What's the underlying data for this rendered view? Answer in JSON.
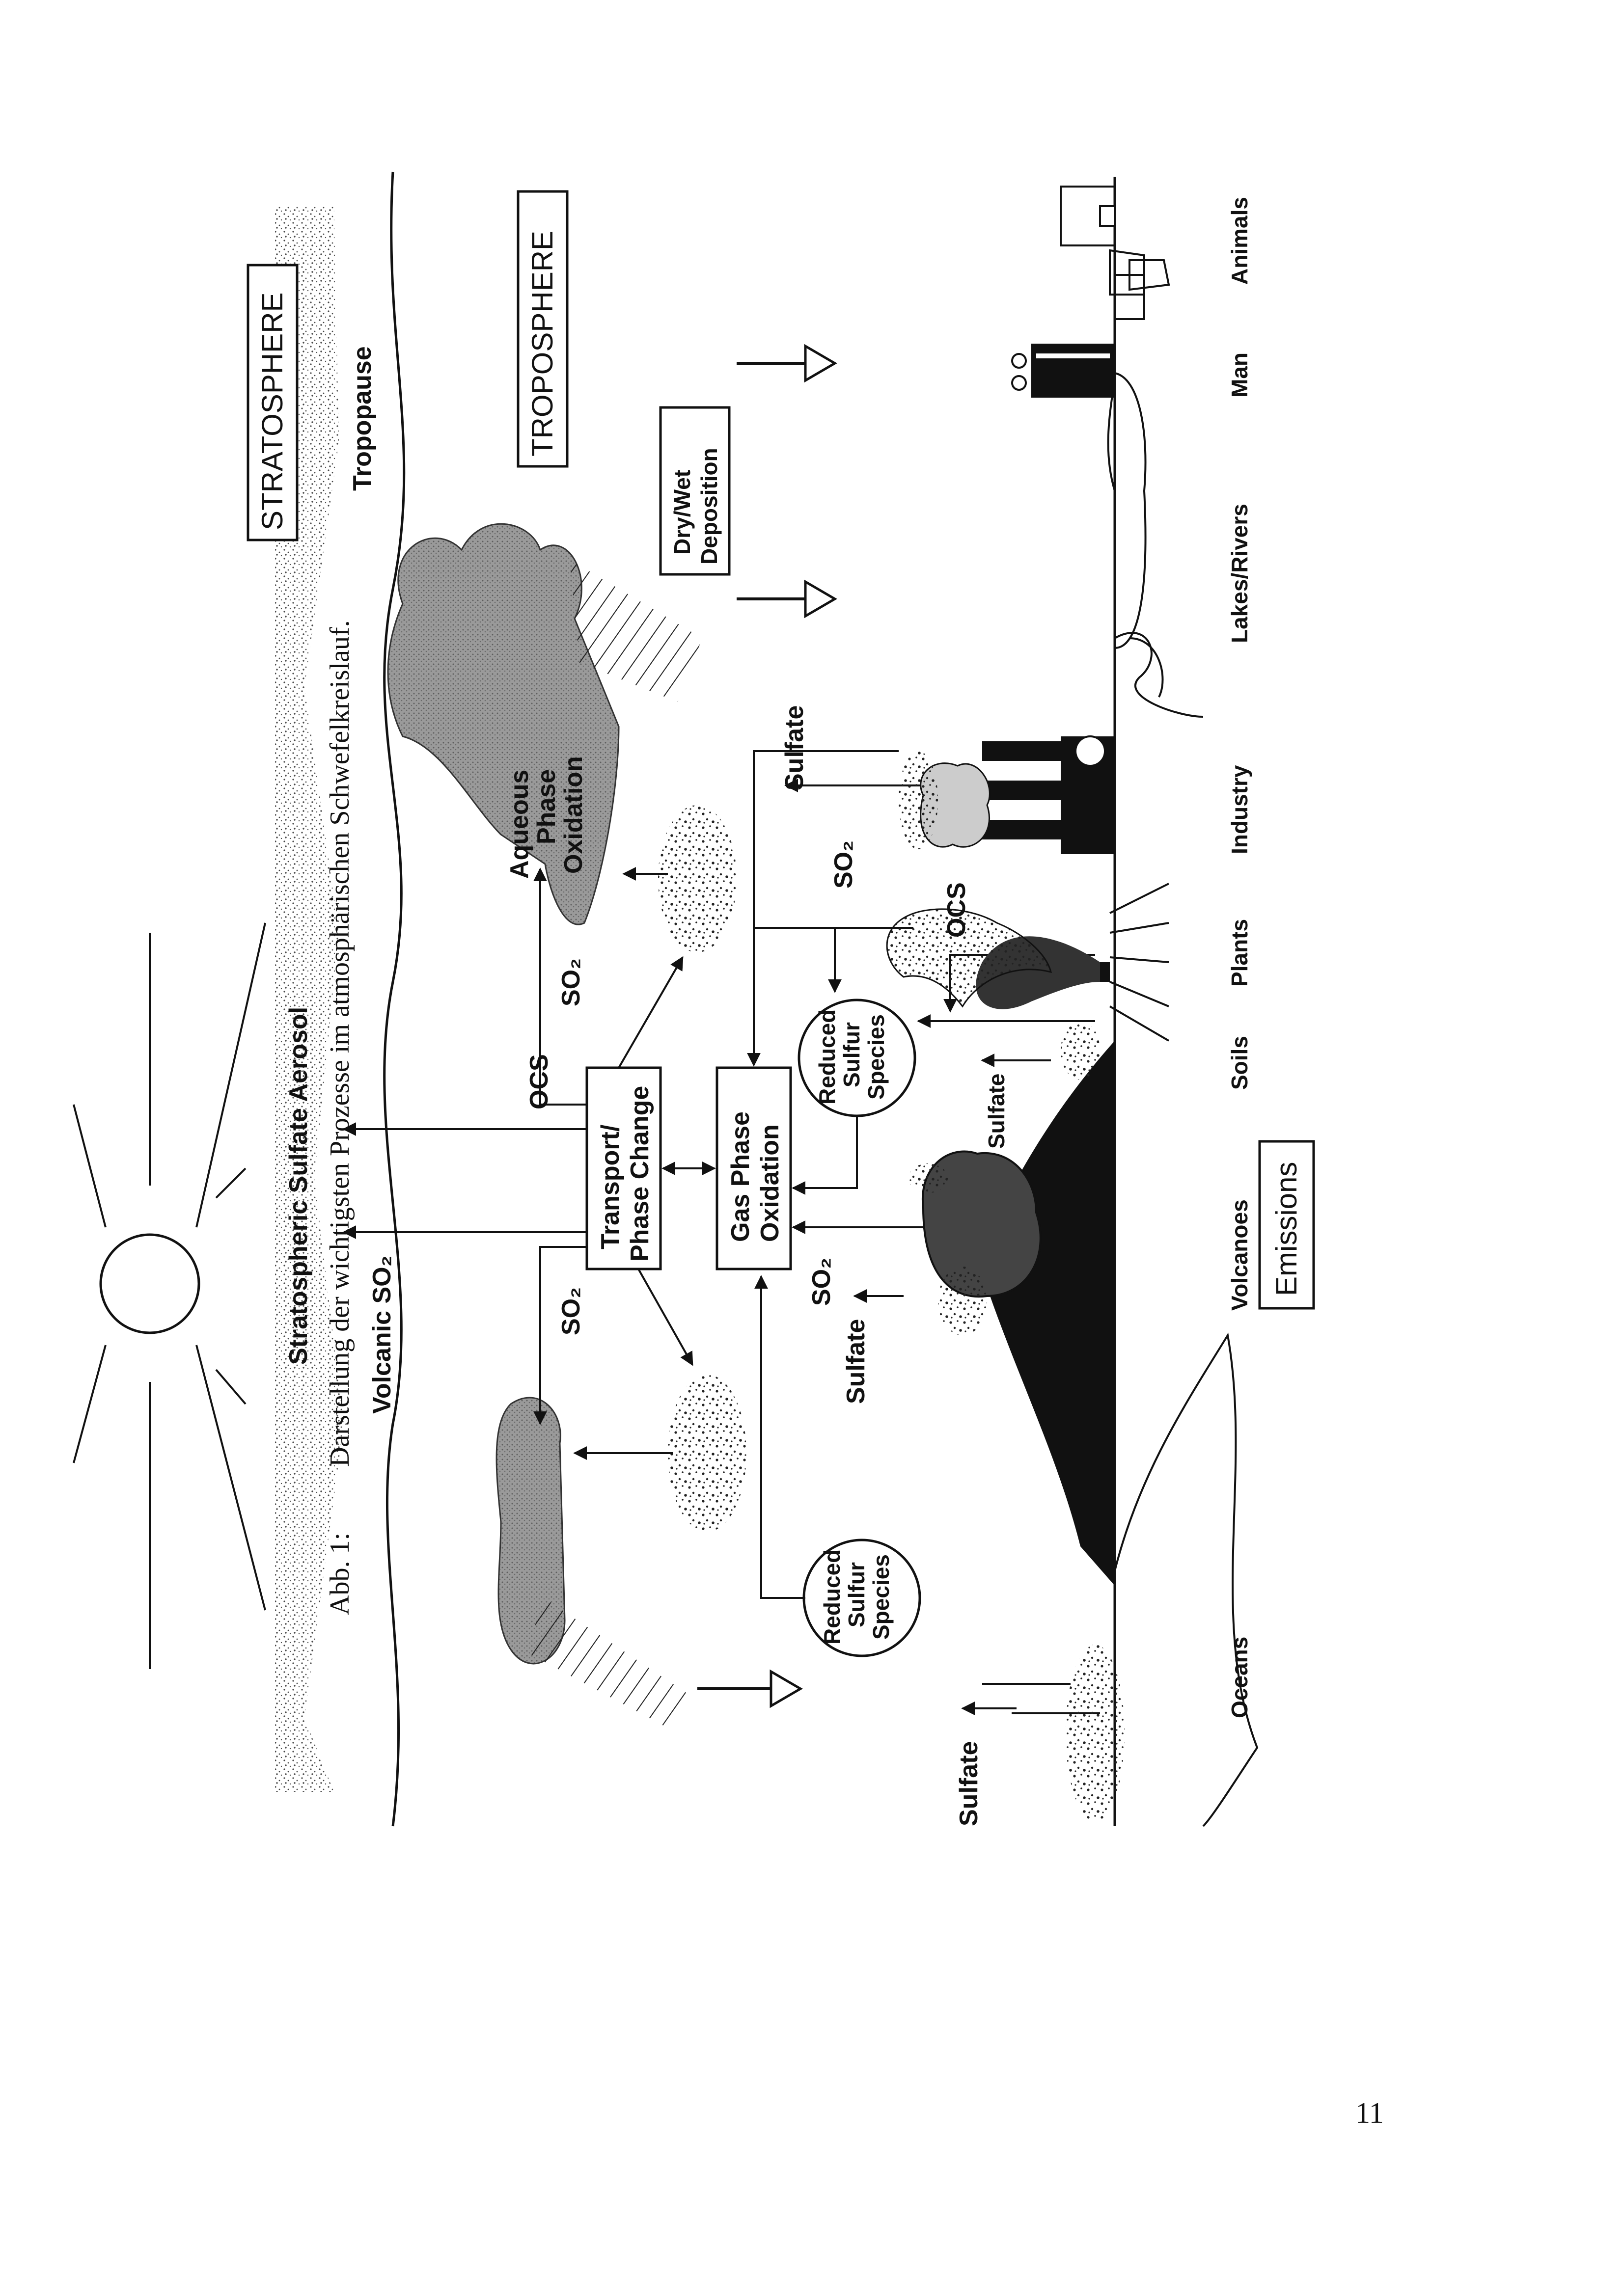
{
  "colors": {
    "ink": "#111111",
    "cloud": "#8a8a8a",
    "paper": "#ffffff"
  },
  "diagram": {
    "stratosphere": "STRATOSPHERE",
    "troposphere": "TROPOSPHERE",
    "tropopause": "Tropopause",
    "stratospheric_aerosol": "Stratospheric Sulfate Aerosol",
    "volcanic_so2": "Volcanic SO₂",
    "ocs_up": "OCS",
    "so2_left": "SO₂",
    "so2_right": "SO₂",
    "transport_line1": "Transport/",
    "transport_line2": "Phase Change",
    "gas_line1": "Gas Phase",
    "gas_line2": "Oxidation",
    "aqueous_line1": "Aqueous",
    "aqueous_line2": "Phase",
    "aqueous_line3": "Oxidation",
    "deposition_line1": "Dry/Wet",
    "deposition_line2": "Deposition",
    "reduced_line1": "Reduced",
    "reduced_line2": "Sulfur",
    "reduced_line3": "Species",
    "sulfate_oceans": "Sulfate",
    "sulfate_volcano": "Sulfate",
    "so2_volcano": "SO₂",
    "sulfate_soils": "Sulfate",
    "ocs_plants": "OCS",
    "so2_industry": "SO₂",
    "sulfate_industry": "Sulfate",
    "emissions": "Emissions",
    "sources": [
      "Oceans",
      "Volcanoes",
      "Soils",
      "Plants",
      "Industry",
      "Lakes/Rivers",
      "Man",
      "Animals"
    ]
  },
  "caption": {
    "number": "Abb. 1:",
    "text": "Darstellung der wichtigsten Prozesse im atmosphärischen Schwefelkreislauf."
  },
  "page_number": "11"
}
